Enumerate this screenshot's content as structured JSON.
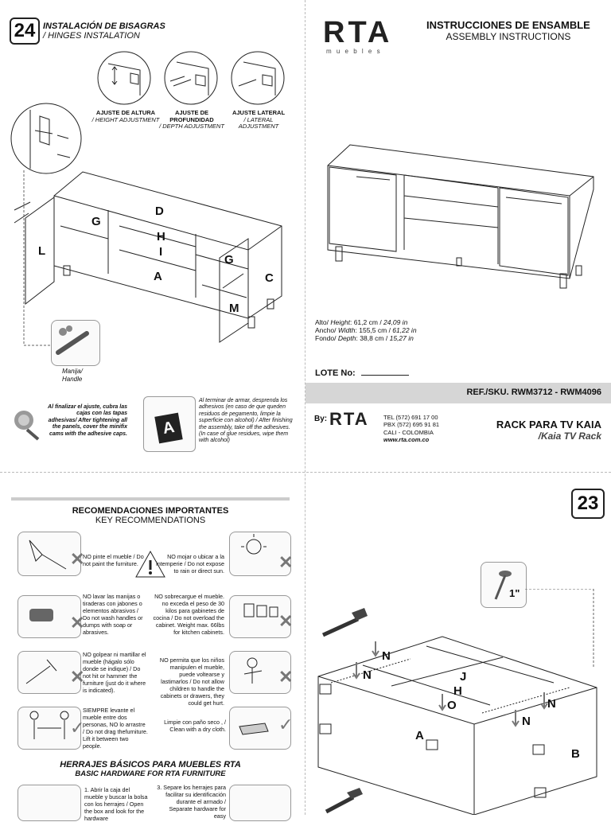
{
  "step24": {
    "number": "24",
    "title_es": "INSTALACIÓN DE BISAGRAS",
    "title_en": "/ HINGES INSTALATION",
    "adjust": [
      {
        "es": "AJUSTE DE ALTURA",
        "en": "/ HEIGHT ADJUSTMENT"
      },
      {
        "es": "AJUSTE DE PROFUNDIDAD",
        "en": "/ DEPTH ADJUSTMENT"
      },
      {
        "es": "AJUSTE LATERAL",
        "en": "/ LATERAL ADJUSTMENT"
      }
    ],
    "labels": {
      "D": "D",
      "G1": "G",
      "G2": "G",
      "H": "H",
      "I": "I",
      "A": "A",
      "L": "L",
      "C": "C",
      "M": "M"
    },
    "handle_es": "Manija/",
    "handle_en": "Handle",
    "note1": "Al finalizar el ajuste, cubra las cajas con las tapas adhesivas/ After tightening all the panels, cover the minifix cams with the adhesive caps.",
    "note2": "Al terminar de armar, desprenda los adhesivos (en caso de que queden residuos de pegamento, limpie la superficie con alcohol) / After finishing the assembly, take off the adhesives. (In case of glue residues, wipe them with alcohol)",
    "sticker_letter": "A"
  },
  "cover": {
    "brand": "RTA",
    "brand_sub": "m u e b l e s",
    "instr_es": "INSTRUCCIONES DE ENSAMBLE",
    "instr_en": "ASSEMBLY INSTRUCTIONS",
    "dims": [
      {
        "es": "Alto/",
        "en": "Height",
        "cm": "61,2 cm",
        "in": "24,09 in"
      },
      {
        "es": "Ancho/",
        "en": "Width",
        "cm": "155,5 cm",
        "in": "61,22 in"
      },
      {
        "es": "Fondo/",
        "en": "Depth",
        "cm": "38,8 cm",
        "in": "15,27 in"
      }
    ],
    "lote_label": "LOTE No:",
    "ref": "REF./SKU. RWM3712 - RWM4096",
    "by": "By:",
    "contact": [
      "TEL (572) 691 17 00",
      "PBX (572) 695 91 81",
      "CALI - COLOMBIA",
      "www.rta.com.co"
    ],
    "product_es": "RACK PARA TV KAIA",
    "product_en": "/Kaia TV Rack"
  },
  "recs": {
    "title_es": "RECOMENDACIONES IMPORTANTES",
    "title_en": "KEY RECOMMENDATIONS",
    "left": [
      "NO pinte el mueble / Do not paint the furniture.",
      "NO lavar las manijas o tiraderas con jabones o elementos abrasivos / Do not wash handles or dumps with soap or abrasives.",
      "NO golpear ni martillar el mueble (hágalo sólo donde se indique) / Do not hit or hammer the furniture (just do it where is indicated).",
      "SIEMPRE levante el mueble entre dos personas, NO lo arrastre / Do not drag thefurniture. Lift it between two people."
    ],
    "right": [
      "NO mojar o ubicar a la intemperie / Do not expose to rain or direct sun.",
      "NO sobrecargue el mueble. no exceda el peso de 30 kilos para gabinetes de cocina / Do not overload the cabinet. Weight max. 66lbs for kitchen cabinets.",
      "NO permita que los niños manipulen el mueble, puede voltearse y lastimarlos / Do not allow children to handle the cabinets or drawers, they could get hurt.",
      "Limpie con paño seco , / Clean with a dry cloth."
    ],
    "hw_title_es": "HERRAJES BÁSICOS PARA MUEBLES RTA",
    "hw_title_en": "BASIC HARDWARE FOR RTA FURNITURE",
    "hw_left": "1. Abrir la caja del mueble y buscar la bolsa con los herrajes / Open the box and look for the hardware",
    "hw_right": "3. Separe los herrajes para facilitar su identificación durante el armado / Separate hardware for easy"
  },
  "step23": {
    "number": "23",
    "nail": "1\"",
    "labels": {
      "N1": "N",
      "N2": "N",
      "N3": "N",
      "N4": "N",
      "J": "J",
      "H": "H",
      "O": "O",
      "A": "A",
      "B": "B"
    }
  }
}
